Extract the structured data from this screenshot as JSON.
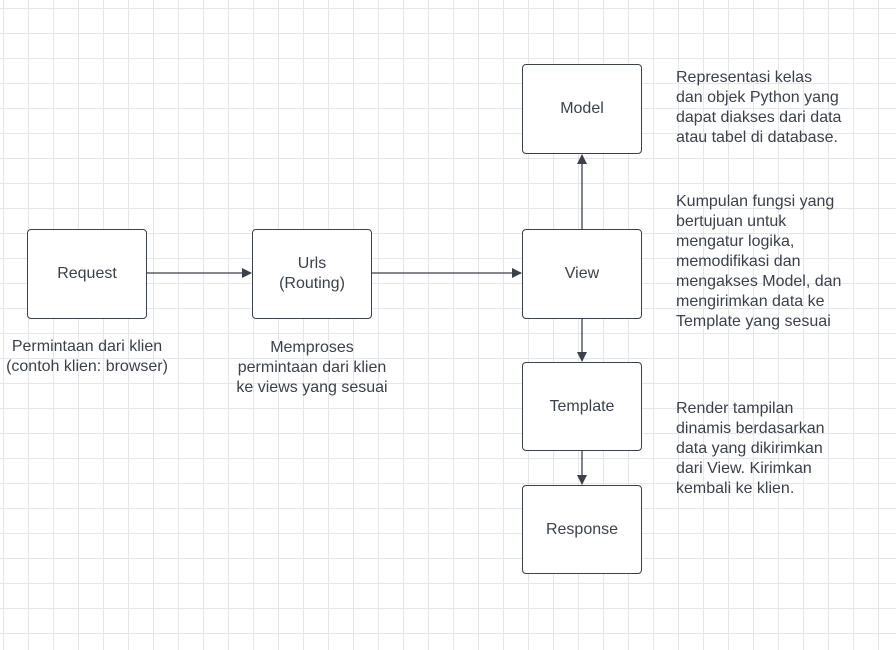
{
  "nodes": {
    "request": "Request",
    "urls": "Urls\n(Routing)",
    "view": "View",
    "model": "Model",
    "template": "Template",
    "response": "Response"
  },
  "annotations": {
    "request": "Permintaan dari klien\n(contoh klien: browser)",
    "urls": "Memproses\npermintaan dari klien\nke views yang sesuai",
    "model": "Representasi kelas\ndan objek Python yang\ndapat diakses dari data\natau tabel di database.",
    "view": "Kumpulan fungsi yang\nbertujuan untuk\nmengatur logika,\nmemodifikasi dan\nmengakses Model, dan\nmengirimkan data ke\nTemplate yang sesuai",
    "template": "Render tampilan\ndinamis berdasarkan\ndata yang dikirimkan\ndari View. Kirimkan\nkembali ke klien."
  }
}
